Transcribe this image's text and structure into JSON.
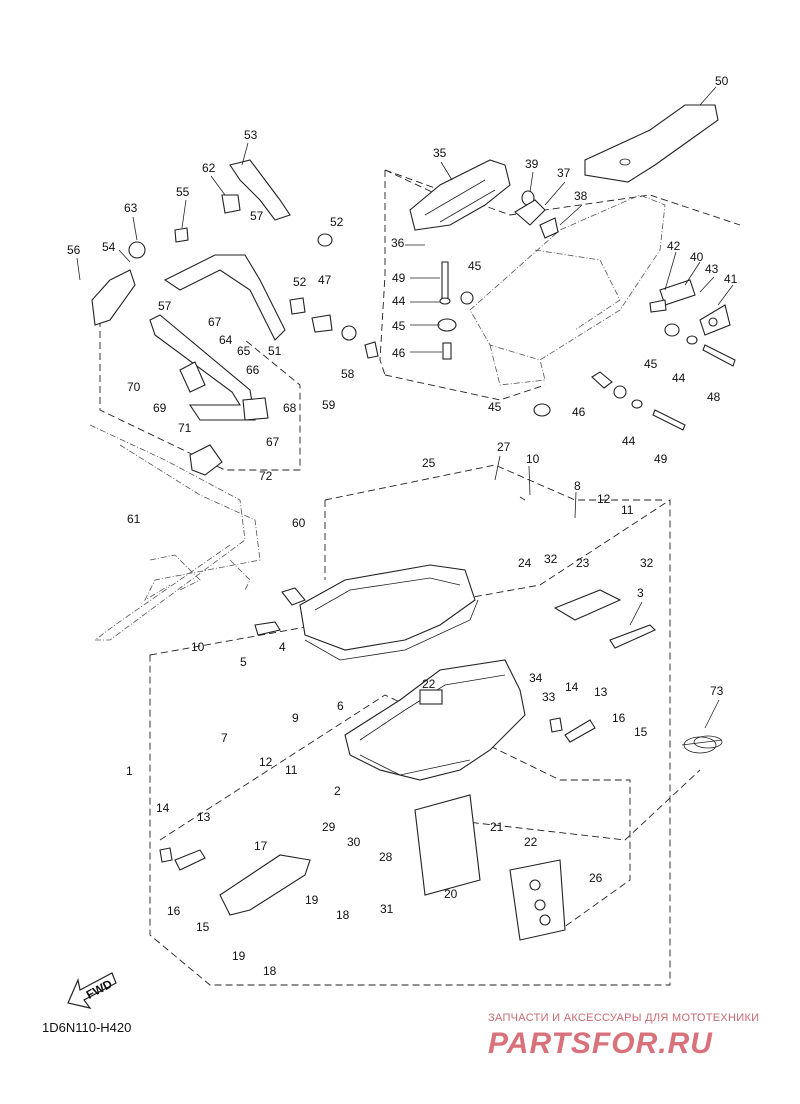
{
  "diagram": {
    "code": "1D6N110-H420",
    "fwd_label": "FWD",
    "watermark": {
      "subtitle": "ЗАПЧАСТИ И АКСЕССУАРЫ ДЛЯ МОТОТЕХНИКИ",
      "logo": "PARTSFOR.RU"
    }
  },
  "callouts": [
    "1",
    "2",
    "3",
    "4",
    "5",
    "6",
    "7",
    "8",
    "9",
    "10",
    "10",
    "11",
    "11",
    "12",
    "12",
    "13",
    "13",
    "14",
    "14",
    "15",
    "15",
    "16",
    "16",
    "17",
    "18",
    "18",
    "19",
    "19",
    "20",
    "21",
    "22",
    "22",
    "23",
    "24",
    "25",
    "26",
    "27",
    "28",
    "29",
    "30",
    "31",
    "32",
    "32",
    "33",
    "34",
    "35",
    "36",
    "37",
    "38",
    "39",
    "40",
    "41",
    "42",
    "43",
    "44",
    "44",
    "44",
    "45",
    "45",
    "45",
    "45",
    "46",
    "46",
    "47",
    "48",
    "49",
    "49",
    "50",
    "51",
    "52",
    "52",
    "53",
    "54",
    "55",
    "56",
    "57",
    "57",
    "58",
    "59",
    "60",
    "61",
    "62",
    "63",
    "64",
    "65",
    "66",
    "67",
    "67",
    "68",
    "69",
    "70",
    "71",
    "72",
    "73"
  ]
}
